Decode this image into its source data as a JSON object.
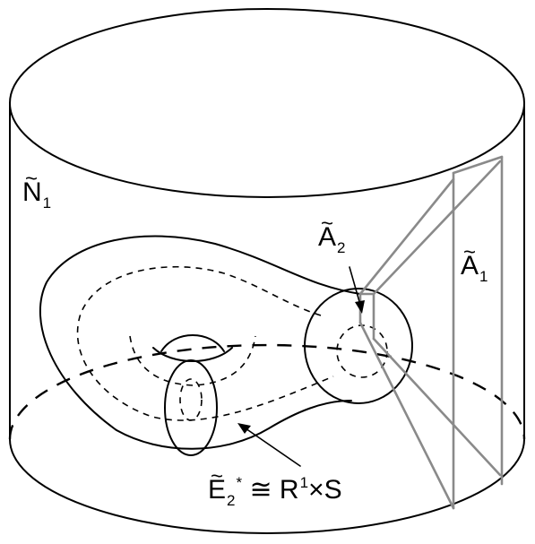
{
  "labels": {
    "n1": {
      "main": "N",
      "sub": "1"
    },
    "a2": {
      "main": "A",
      "sub": "2"
    },
    "a1": {
      "main": "A",
      "sub": "1"
    },
    "e2": {
      "main": "E",
      "sub": "2",
      "star": "*",
      "rest": " ≅ R",
      "sup": "1",
      "tail": "×S"
    }
  },
  "tilde": "~"
}
